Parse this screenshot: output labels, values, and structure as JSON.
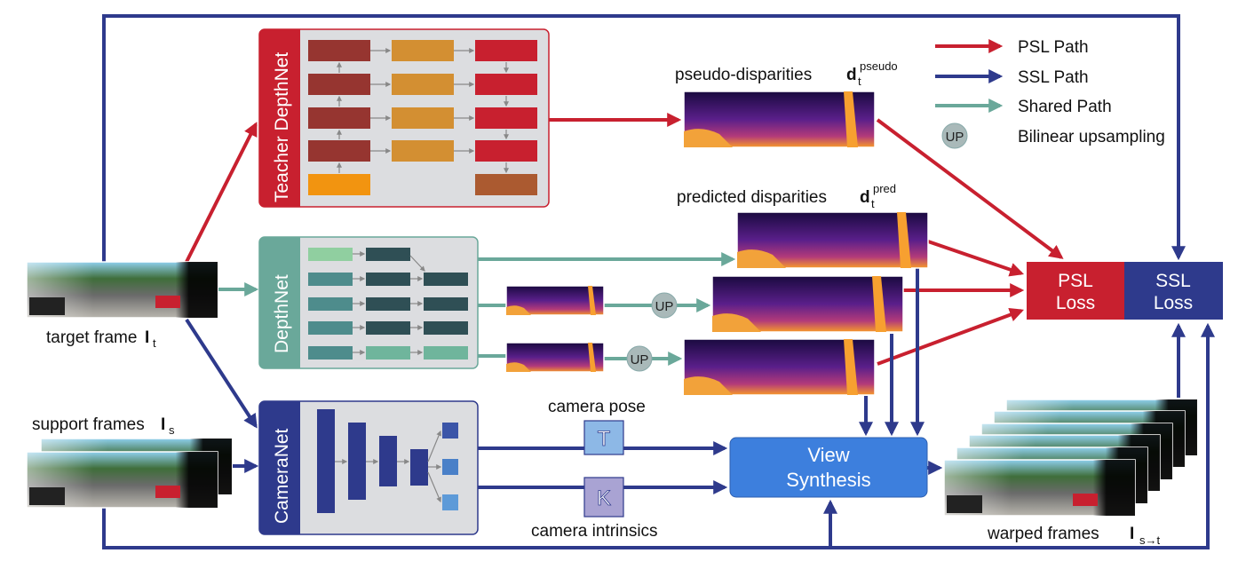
{
  "colors": {
    "psl": "#c8202f",
    "ssl": "#2e3a8c",
    "shared": "#6aa89a",
    "view_synthesis": "#3d7fdd"
  },
  "legend": {
    "psl": "PSL Path",
    "ssl": "SSL Path",
    "shared": "Shared Path",
    "up_badge": "UP",
    "up": "Bilinear upsampling"
  },
  "networks": {
    "teacher": "Teacher DepthNet",
    "depth": "DepthNet",
    "camera": "CameraNet"
  },
  "inputs": {
    "target_label": "target frame",
    "target_symbol": "I",
    "target_sub": "t",
    "support_label": "support frames",
    "support_symbol": "I",
    "support_sub": "s"
  },
  "outputs": {
    "pseudo_label": "pseudo-disparities",
    "pseudo_symbol": "d",
    "pseudo_sub": "t",
    "pseudo_sup": "pseudo",
    "pred_label": "predicted disparities",
    "pred_symbol": "d",
    "pred_sub": "t",
    "pred_sup": "pred",
    "up": "UP"
  },
  "camera": {
    "pose_label": "camera pose",
    "pose_symbol": "T",
    "intrinsics_label": "camera intrinsics",
    "intrinsics_symbol": "K"
  },
  "view_synthesis": {
    "line1": "View",
    "line2": "Synthesis"
  },
  "loss": {
    "psl1": "PSL",
    "psl2": "Loss",
    "ssl1": "SSL",
    "ssl2": "Loss"
  },
  "warped": {
    "label": "warped frames",
    "symbol": "I",
    "sub": "s→t"
  }
}
